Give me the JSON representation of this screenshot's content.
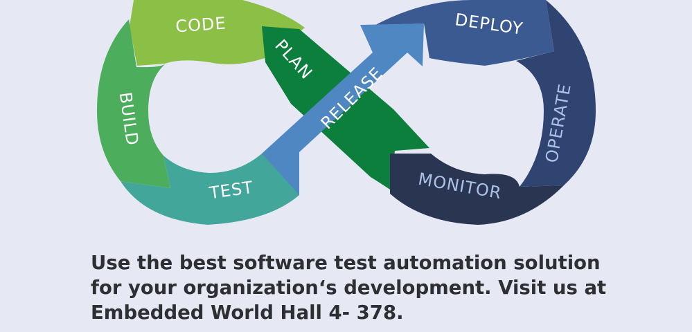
{
  "diagram": {
    "stages": [
      {
        "id": "code",
        "label": "CODE",
        "color": "#8cbf45",
        "text_color": "#ffffff"
      },
      {
        "id": "plan",
        "label": "PLAN",
        "color": "#0d7f3c",
        "text_color": "#ffffff"
      },
      {
        "id": "build",
        "label": "BUILD",
        "color": "#4cae5c",
        "text_color": "#ffffff"
      },
      {
        "id": "test",
        "label": "TEST",
        "color": "#42a79a",
        "text_color": "#ffffff"
      },
      {
        "id": "release",
        "label": "RELEASE",
        "color": "#4f87c2",
        "text_color": "#ffffff"
      },
      {
        "id": "deploy",
        "label": "DEPLOY",
        "color": "#3b5a92",
        "text_color": "#ffffff"
      },
      {
        "id": "operate",
        "label": "OPERATE",
        "color": "#2f4470",
        "text_color": "#a9c2e6"
      },
      {
        "id": "monitor",
        "label": "MONITOR",
        "color": "#2a3552",
        "text_color": "#a9c2e6"
      }
    ]
  },
  "caption": {
    "line1": "Use the best software test automation solution",
    "line2": "for your organization‘s development. Visit us at",
    "line3": "Embedded World Hall 4- 378."
  },
  "colors": {
    "background": "#e6e9f3",
    "caption_text": "#2d2f33"
  }
}
